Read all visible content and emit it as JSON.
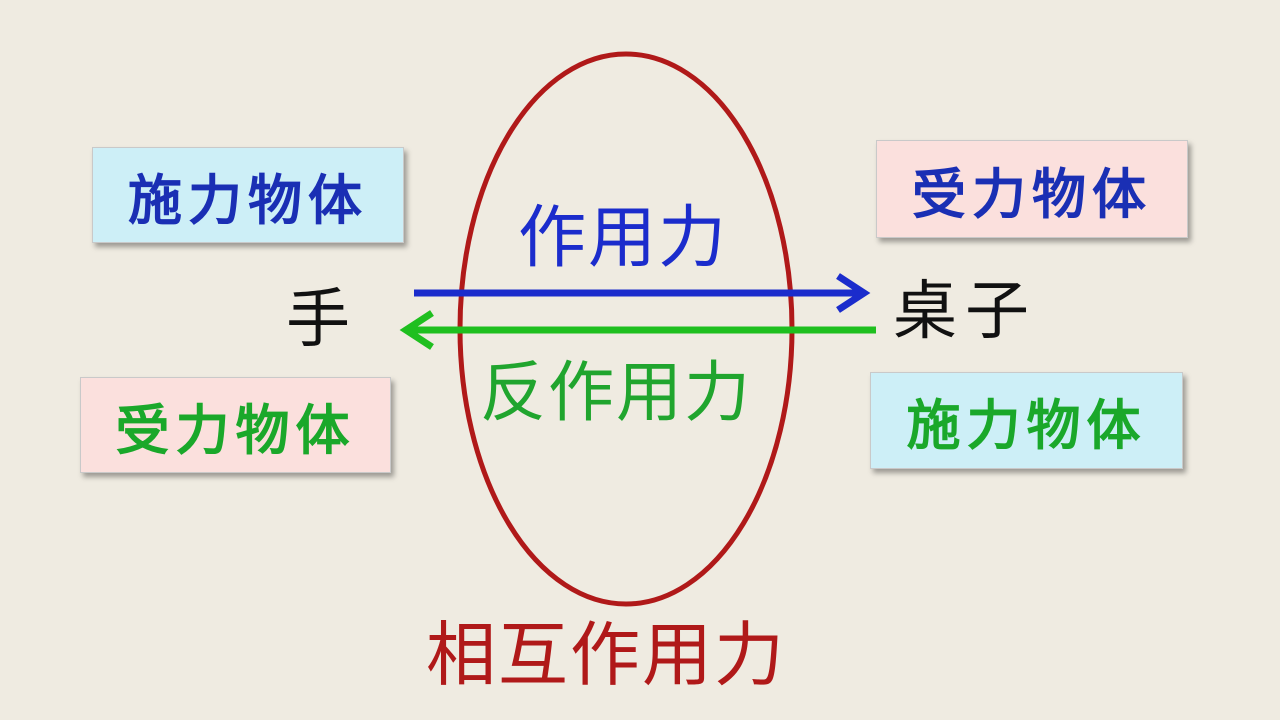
{
  "boxes": {
    "left_top": "施力物体",
    "left_bottom": "受力物体",
    "right_top": "受力物体",
    "right_bottom": "施力物体"
  },
  "labels": {
    "hand": "手",
    "table": "桌子",
    "action_force": "作用力",
    "reaction_force": "反作用力",
    "mutual_force": "相互作用力"
  },
  "colors": {
    "background": "#efebe1",
    "action_arrow": "#1b2ccc",
    "reaction_arrow": "#1fbf1f",
    "ellipse": "#b01919"
  }
}
